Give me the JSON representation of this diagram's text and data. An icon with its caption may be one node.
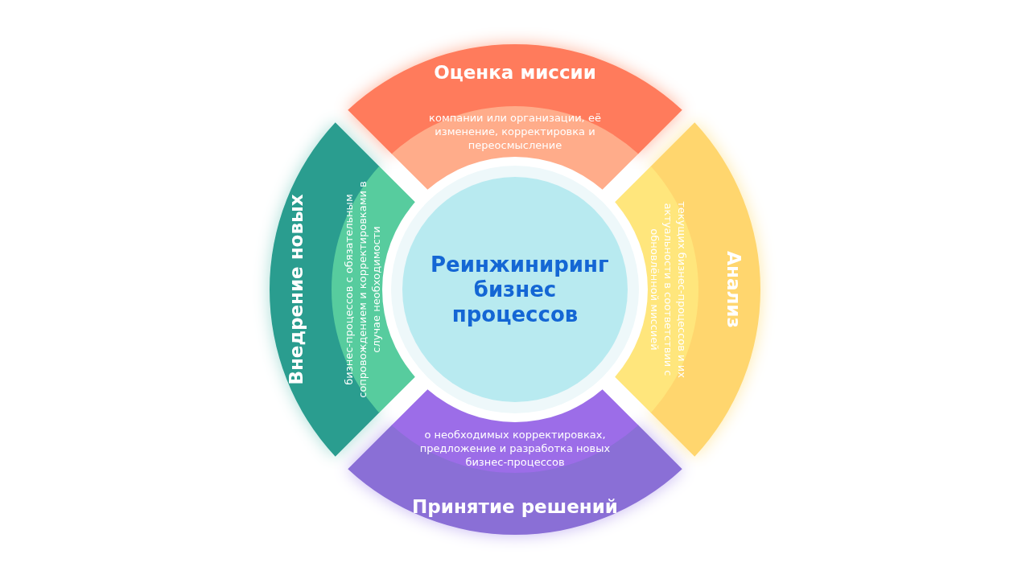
{
  "diagram": {
    "nodes": [
      {
        "text": [
          "Реинжиниринг бизнес процессов"
        ]
      },
      {
        "text": [
          "Оценка миссии"
        ]
      },
      {
        "text": [
          "компании или организации, её изменение, корректировка и переосмысление"
        ]
      },
      {
        "text": [
          "Внедрение новых"
        ]
      },
      {
        "text": [
          "бизнес-процессов с обязательным сопровождением и корректировками в случае необходимости"
        ]
      },
      {
        "text": [
          "текущих бизнес-процессов и их актуальности в соответствии с обновлённой миссией"
        ]
      },
      {
        "text": [
          "Анализ"
        ]
      },
      {
        "text": [
          "о необходимых корректировках, предложение и разработка новых бизнес-процессов"
        ]
      },
      {
        "text": [
          "Принятие решений"
        ]
      }
    ],
    "edges": []
  }
}
